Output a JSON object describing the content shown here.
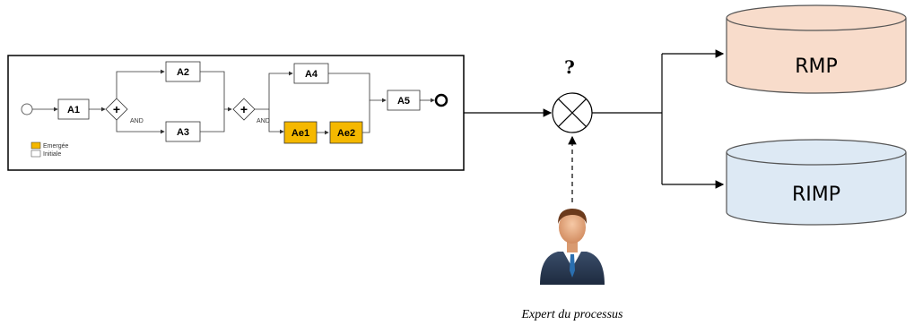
{
  "process": {
    "tasks": {
      "a1": "A1",
      "a2": "A2",
      "a3": "A3",
      "a4": "A4",
      "a5": "A5",
      "ae1": "Ae1",
      "ae2": "Ae2"
    },
    "gateway_label": "AND",
    "legend": {
      "emerged": "Emergée",
      "initial": "Initiale"
    }
  },
  "decision": {
    "question_mark": "?"
  },
  "repositories": {
    "rmp": "RMP",
    "rimp": "RIMP"
  },
  "expert": {
    "label": "Expert du processus"
  },
  "colors": {
    "emerged_task": "#f5b800",
    "rmp_fill": "#f8dccb",
    "rimp_fill": "#dde9f4"
  }
}
